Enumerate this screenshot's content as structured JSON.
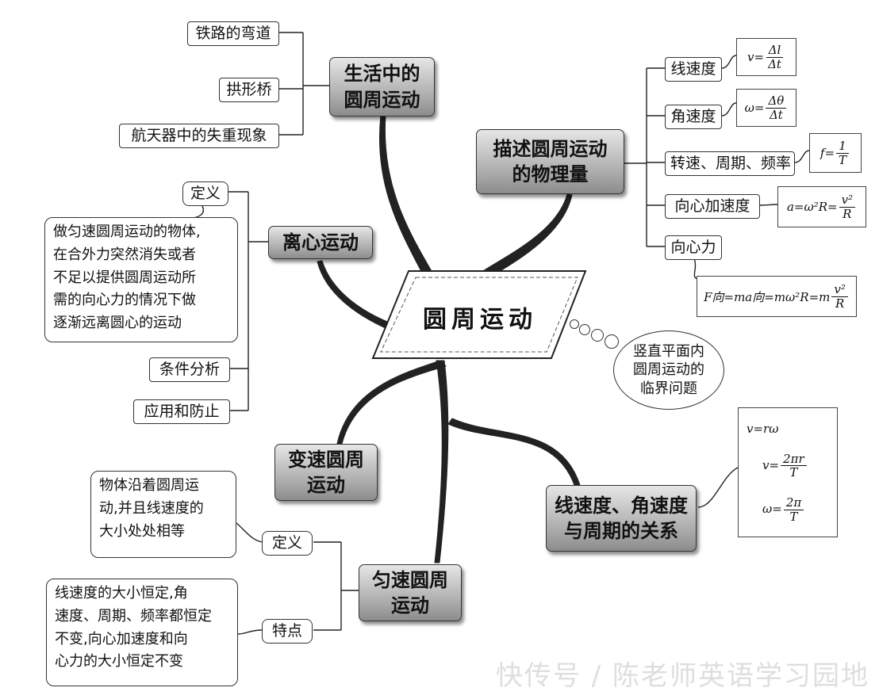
{
  "center": {
    "title": "圆周运动"
  },
  "branches": {
    "life": {
      "line1": "生活中的",
      "line2": "圆周运动"
    },
    "quantities": {
      "line1": "描述圆周运动",
      "line2": "的物理量"
    },
    "centrifugal": {
      "line1": "离心运动"
    },
    "variable_speed": {
      "line1": "变速圆周",
      "line2": "运动"
    },
    "uniform": {
      "line1": "匀速圆周",
      "line2": "运动"
    },
    "relation": {
      "line1": "线速度、角速度",
      "line2": "与周期的关系"
    }
  },
  "life_items": [
    "铁路的弯道",
    "拱形桥",
    "航天器中的失重现象"
  ],
  "quantity_items": [
    "线速度",
    "角速度",
    "转速、周期、频率",
    "向心加速度",
    "向心力"
  ],
  "formulas": {
    "linear_velocity": {
      "lhs": "v=",
      "num": "Δl",
      "den": "Δt"
    },
    "angular_velocity": {
      "lhs": "ω=",
      "num": "Δθ",
      "den": "Δt"
    },
    "frequency": {
      "lhs": "f=",
      "num": "1",
      "den": "T"
    },
    "centripetal_acc": {
      "lhs": "a=ω²R=",
      "num": "v²",
      "den": "R"
    },
    "centripetal_force": {
      "lhs": "F向=ma向=mω²R=m",
      "num": "v²",
      "den": "R"
    },
    "relation_1": {
      "text": "v=rω"
    },
    "relation_2": {
      "lhs": "v=",
      "num": "2πr",
      "den": "T"
    },
    "relation_3": {
      "lhs": "ω=",
      "num": "2π",
      "den": "T"
    }
  },
  "centrifugal_items": {
    "definition_label": "定义",
    "definition_text": [
      "做匀速圆周运动的物体,",
      "在合外力突然消失或者",
      "不足以提供圆周运动所",
      "需的向心力的情况下做",
      "逐渐远离圆心的运动"
    ],
    "condition_label": "条件分析",
    "application_label": "应用和防止"
  },
  "uniform_items": {
    "definition_label": "定义",
    "definition_text": [
      "物体沿着圆周运",
      "动,并且线速度的",
      "大小处处相等"
    ],
    "feature_label": "特点",
    "feature_text": [
      "线速度的大小恒定,角",
      "速度、周期、频率都恒定",
      "不变,向心加速度和向",
      "心力的大小恒定不变"
    ]
  },
  "vertical_circle": {
    "lines": [
      "竖直平面内",
      "圆周运动的",
      "临界问题"
    ]
  },
  "watermark": "快传号 / 陈老师英语学习园地"
}
